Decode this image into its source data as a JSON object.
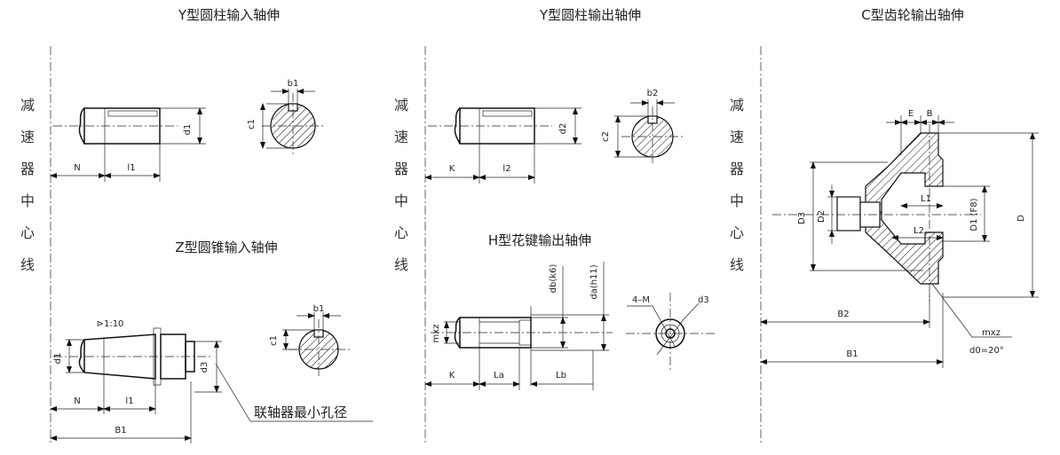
{
  "titles": {
    "y_input": "Y型圆柱输入轴伸",
    "y_output": "Y型圆柱输出轴伸",
    "c_output": "C型齿轮输出轴伸",
    "z_input": "Z型圆锥输入轴伸",
    "h_output": "H型花键输出轴伸"
  },
  "side_labels": {
    "left": [
      "减",
      "速",
      "器",
      "中",
      "心",
      "线"
    ],
    "middle": [
      "减",
      "速",
      "器",
      "中",
      "心",
      "线"
    ],
    "right": [
      "减",
      "速",
      "器",
      "中",
      "心",
      "线"
    ]
  },
  "y_input": {
    "b1": "b1",
    "d1": "d1",
    "c1": "c1",
    "N": "N",
    "l1": "l1"
  },
  "y_output": {
    "b2": "b2",
    "d2": "d2",
    "c2": "c2",
    "K": "K",
    "l2": "l2"
  },
  "z_input": {
    "taper": "⊳1:10",
    "d1": "d1",
    "d3": "d3",
    "N": "N",
    "l1": "l1",
    "B1": "B1",
    "b1": "b1",
    "c1": "c1",
    "coupling": "联轴器最小孔径"
  },
  "h_output": {
    "mxz": "mxz",
    "K": "K",
    "La": "La",
    "Lb": "Lb",
    "db": "db(k6)",
    "da": "da(h11)",
    "4M": "4–M",
    "d3": "d3"
  },
  "c_output": {
    "E": "E",
    "B": "B",
    "D3": "D3",
    "D2": "D2",
    "L1": "L1",
    "L2": "L2",
    "D1": "D1 (F8)",
    "D": "D",
    "B2": "B2",
    "B1": "B1",
    "mxz": "mxz",
    "d0": "d0=20°"
  }
}
